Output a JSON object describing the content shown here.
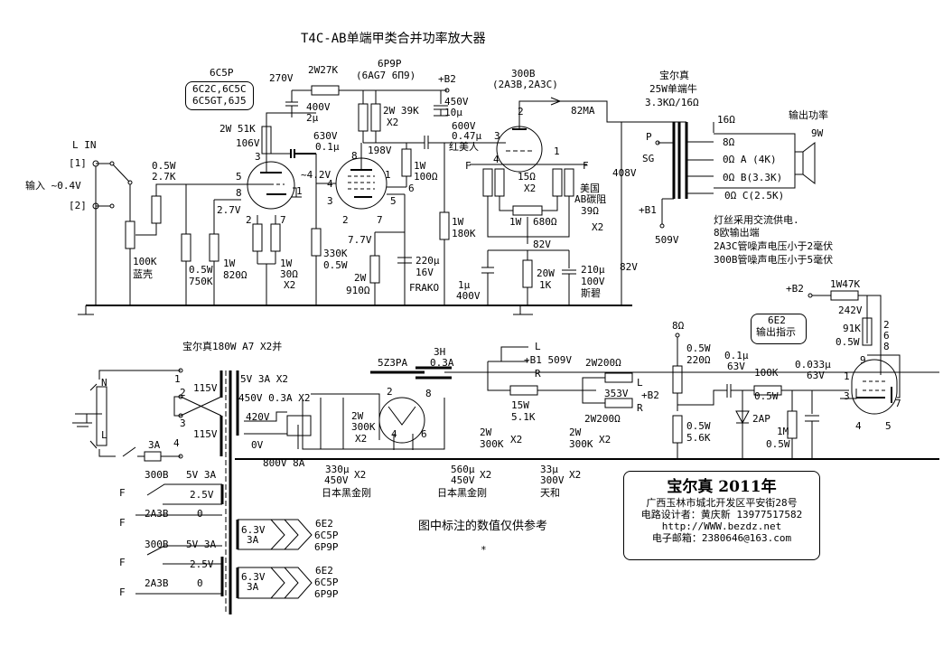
{
  "title": "T4C-AB单端甲类合并功率放大器",
  "input": {
    "channel": "L IN",
    "jack1": "[1]",
    "jack2": "[2]",
    "level": "输入 ~0.4V",
    "pot": "100K",
    "pot_note": "蓝壳",
    "r_series": [
      "0.5W",
      "2.7K"
    ],
    "r_grid": [
      "0.5W",
      "750K"
    ],
    "r_cath": [
      "1W",
      "820Ω"
    ],
    "r_fil": [
      "1W",
      "30Ω",
      "X2"
    ],
    "v_cath": "2.7V"
  },
  "v1": {
    "tube": "6C5P",
    "subs": [
      "6C2C,6C5C",
      "6C5GT,6J5"
    ],
    "r_plate": "2W 51K",
    "v_plate": "106V",
    "v_node": "270V",
    "c_dec": [
      "400V",
      "2μ"
    ],
    "c_coup": [
      "630V",
      "0.1μ"
    ],
    "v_grid2": "~4.2V",
    "pins": [
      "3",
      "5",
      "8",
      "1",
      "2",
      "7"
    ]
  },
  "v2": {
    "tube": "6P9P",
    "subs": "(6AG7 6Π9)",
    "r_drop": "2W27K",
    "r_plate": [
      "2W 39K",
      "X2"
    ],
    "v_plate": "198V",
    "r_screen": [
      "1W",
      "100Ω"
    ],
    "r_grid": [
      "330K",
      "0.5W"
    ],
    "r_cath": [
      "2W",
      "910Ω"
    ],
    "v_cath": "7.7V",
    "c_cath": [
      "220μ",
      "16V",
      "FRAKO"
    ],
    "b2": "+B2",
    "c_b2": [
      "450V",
      "10μ"
    ],
    "pins": [
      "8",
      "1",
      "4",
      "6",
      "3",
      "5",
      "2",
      "7"
    ]
  },
  "v3": {
    "tube": "300B",
    "subs": "(2A3B,2A3C)",
    "c_coup": [
      "600V",
      "0.47μ",
      "红美人"
    ],
    "r_grid": [
      "1W",
      "180K"
    ],
    "current": "82MA",
    "r_fil": [
      "15Ω",
      "X2"
    ],
    "r_fil2": [
      "美国",
      "AB碳阻",
      "39Ω",
      "X2"
    ],
    "pot_hum": [
      "1W",
      "680Ω"
    ],
    "v_cath": "82V",
    "c_cath1": [
      "1μ",
      "400V"
    ],
    "r_cath": [
      "20W",
      "1K"
    ],
    "c_cath2": [
      "210μ",
      "100V",
      "斯碧"
    ],
    "pins": [
      "2",
      "3",
      "4",
      "1"
    ],
    "fil_label": "F"
  },
  "ot": {
    "brand": "宝尔真",
    "spec": "25W单端牛",
    "imp": "3.3KΩ/16Ω",
    "P": "P",
    "SG": "SG",
    "B1": "+B1",
    "v_b1": "509V",
    "v_mid": "408V",
    "v_low": "82V",
    "taps": [
      "16Ω",
      "8Ω",
      "0Ω A (4K)",
      "0Ω B(3.3K)",
      "0Ω C(2.5K)"
    ],
    "power_label": "输出功率",
    "power": "9W"
  },
  "notes": [
    "灯丝采用交流供电.",
    "8欧输出端",
    "2A3C管噪声电压小于2毫伏",
    "300B管噪声电压小于5毫伏"
  ],
  "psu": {
    "pt": "宝尔真180W A7 X2并",
    "mains": [
      "N",
      "L"
    ],
    "pri": [
      "115V",
      "115V"
    ],
    "pins": [
      "1",
      "2",
      "3",
      "4"
    ],
    "fuse": "3A",
    "sec": [
      "5V 3A X2",
      "450V 0.3A X2",
      "420V",
      "0V"
    ],
    "bridge": "800V 8A",
    "rect": "5Z3PA",
    "rect_pins": [
      "2",
      "8",
      "4",
      "6"
    ],
    "choke": [
      "3H",
      "0.3A"
    ],
    "b1": "+B1 509V",
    "lr": [
      "L",
      "R"
    ],
    "r_drop": [
      "15W",
      "5.1K"
    ],
    "r_b2": [
      "2W200Ω",
      "2W200Ω"
    ],
    "v_b2": "353V",
    "b2": "+B2",
    "bleeder": [
      "2W",
      "300K",
      "X2"
    ],
    "caps": [
      {
        "v": [
          "330μ",
          "450V"
        ],
        "n": "X2",
        "brand": "日本黑金刚"
      },
      {
        "v": [
          "560μ",
          "450V"
        ],
        "n": "X2",
        "brand": "日本黑金刚"
      },
      {
        "v": [
          "33μ",
          "300V"
        ],
        "n": "X2",
        "brand": "天和"
      }
    ]
  },
  "heaters": {
    "fil": [
      {
        "sel": "300B",
        "v1": "5V 3A",
        "v2": "2.5V",
        "alt": "2A3B",
        "zero": "0",
        "F": "F"
      },
      {
        "sel": "300B",
        "v1": "5V 3A",
        "v2": "2.5V",
        "alt": "2A3B",
        "zero": "0",
        "F": "F"
      }
    ],
    "aux": [
      {
        "v": "6.3V",
        "a": "3A",
        "tubes": [
          "6E2",
          "6C5P",
          "6P9P"
        ]
      },
      {
        "v": "6.3V",
        "a": "3A",
        "tubes": [
          "6E2",
          "6C5P",
          "6P9P"
        ]
      }
    ]
  },
  "indicator": {
    "badge": [
      "6E2",
      "输出指示"
    ],
    "b2": "+B2",
    "r_top": "1W47K",
    "v": "242V",
    "r_mid": [
      "91K",
      "0.5W"
    ],
    "pins_t": [
      "2",
      "6",
      "8"
    ],
    "pins": [
      "9",
      "1",
      "3",
      "7",
      "4",
      "5"
    ],
    "tap": "8Ω",
    "r_div1": [
      "0.5W",
      "220Ω"
    ],
    "r_div2": [
      "0.5W",
      "5.6K"
    ],
    "c1": [
      "0.1μ",
      "63V"
    ],
    "r_ser": [
      "100K",
      "0.5W"
    ],
    "c2": [
      "0.033μ",
      "63V"
    ],
    "diode": "2AP",
    "r_1m": [
      "1M",
      "0.5W"
    ]
  },
  "disclaimer": "图中标注的数值仅供参考",
  "asterisk": "*",
  "credit": {
    "brand": "宝尔真 2011年",
    "addr": "广西玉林市城北开发区平安街28号",
    "designer": "电路设计者：黄庆新 13977517582",
    "web": "http://WWW.bezdz.net",
    "email": "电子邮箱：2380646@163.com"
  }
}
